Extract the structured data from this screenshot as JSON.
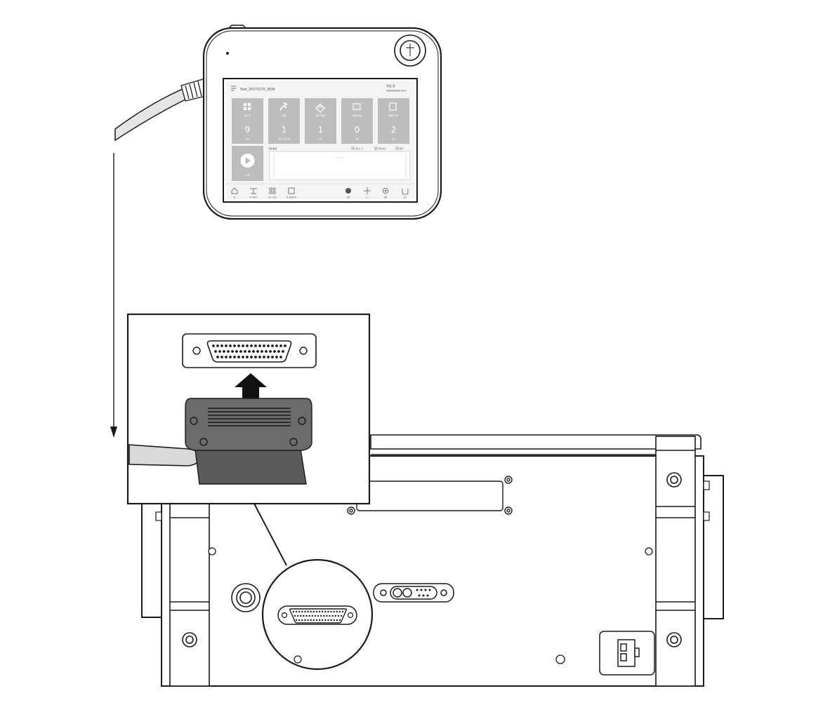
{
  "colors": {
    "line": "#1a1a1a",
    "connector_body": "#6b6b6b",
    "cable_fill": "#d9d9d9",
    "screen_tile": "#bdbdbd",
    "screen_bg": "#f4f4f4"
  },
  "pendant_screen": {
    "task_name": "Task_20171215_1836",
    "status_title": "작업 중",
    "status_sub": "0000000000 00:0",
    "tiles": [
      {
        "icon": "grid-icon",
        "label": "태스크",
        "value": "9",
        "sub": "개수"
      },
      {
        "icon": "robot-arm-icon",
        "label": "상황",
        "value": "1",
        "sub": "메인 프로그램"
      },
      {
        "icon": "home-icon",
        "label": "홈 포지션",
        "value": "1",
        "sub": "개수"
      },
      {
        "icon": "warning-icon",
        "label": "위험 이력",
        "value": "0",
        "sub": "개수"
      },
      {
        "icon": "book-icon",
        "label": "회원 정보",
        "value": "2",
        "sub": "개수"
      }
    ],
    "play_label": "시작",
    "chart_label": "작업 통계",
    "legend": [
      "태스크 수",
      "위험 이력",
      "회원"
    ],
    "chart_center_text": "— · — · —",
    "nav_left": [
      "홈",
      "티치 펜던트",
      "태스크 빌더",
      "워크셀 매니저"
    ],
    "nav_right": [
      "상태",
      "조그",
      "설정",
      "종료"
    ]
  }
}
